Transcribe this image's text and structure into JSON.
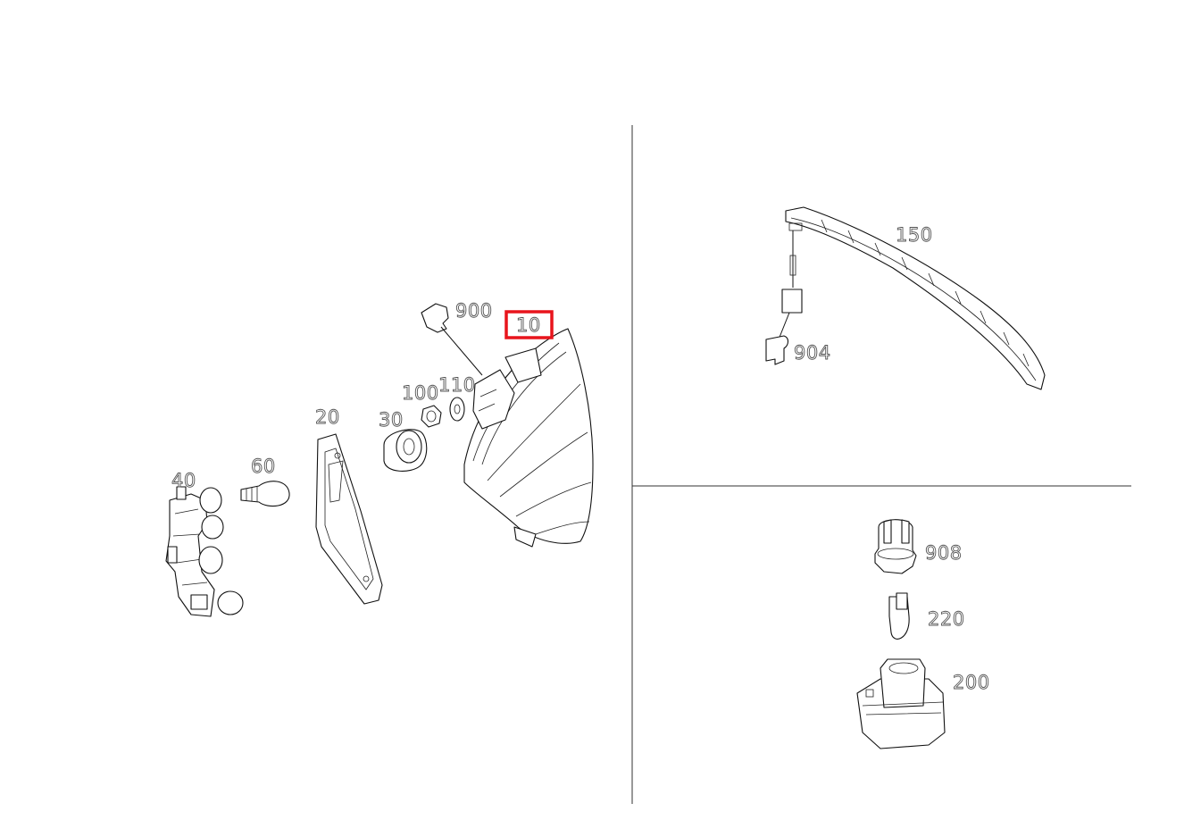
{
  "callouts": {
    "p10": "10",
    "p20": "20",
    "p30": "30",
    "p40": "40",
    "p60": "60",
    "p100": "100",
    "p110": "110",
    "p900": "900",
    "p150": "150",
    "p904": "904",
    "p908": "908",
    "p220": "220",
    "p200": "200"
  },
  "highlighted_callout": "10",
  "colors": {
    "highlight": "#e8141c",
    "line": "#111111",
    "label_outline": "#555555",
    "background": "#ffffff"
  }
}
